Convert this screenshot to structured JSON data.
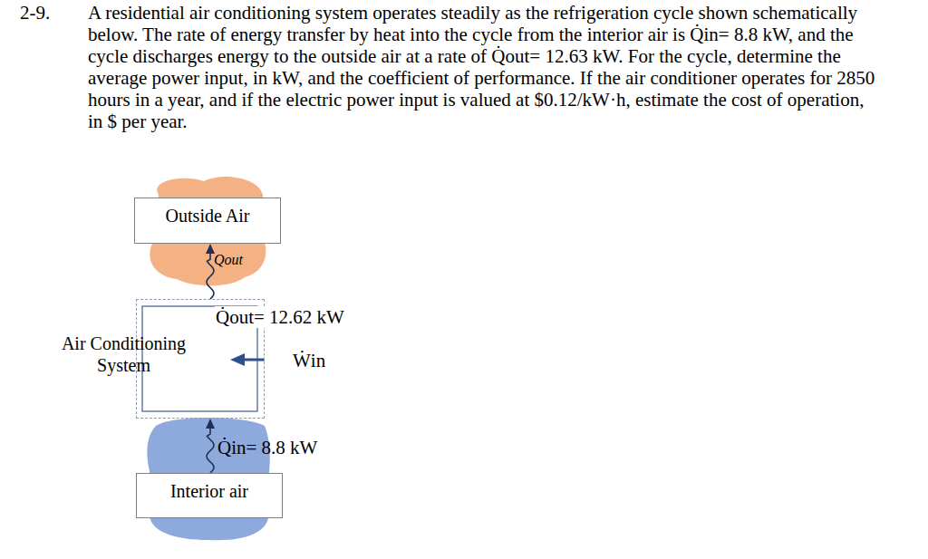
{
  "diagram": {
    "nodes": [
      {
        "text": [
          "Outside Air"
        ]
      },
      {
        "text": [
          "Air Conditioning System"
        ]
      },
      {
        "text": [
          "Interior air"
        ]
      }
    ],
    "edges": [
      {
        "from": 1,
        "to": 0,
        "arrow": "to",
        "label": "Qout"
      },
      {
        "from": 2,
        "to": 1,
        "arrow": "to",
        "label": "Q̇in= 8.8 kW"
      }
    ],
    "labels": [
      "2-9.",
      "A residential air conditioning system operates steadily as the refrigeration cycle shown schematically below. The rate of energy transfer by heat into the cycle from the interior air is Q̇in= 8.8 kW, and the cycle discharges energy to the outside air at a rate of Q̇out= 12.63 kW. For the cycle, determine the average power input, in kW, and the coefficient of performance. If the air conditioner operates for 2850 hours in a year, and if the electric power input is valued at $0.12/kW·h, estimate the cost of operation, in $ per year.",
      "Q̇out= 12.62 kW",
      "Ẇin"
    ]
  }
}
